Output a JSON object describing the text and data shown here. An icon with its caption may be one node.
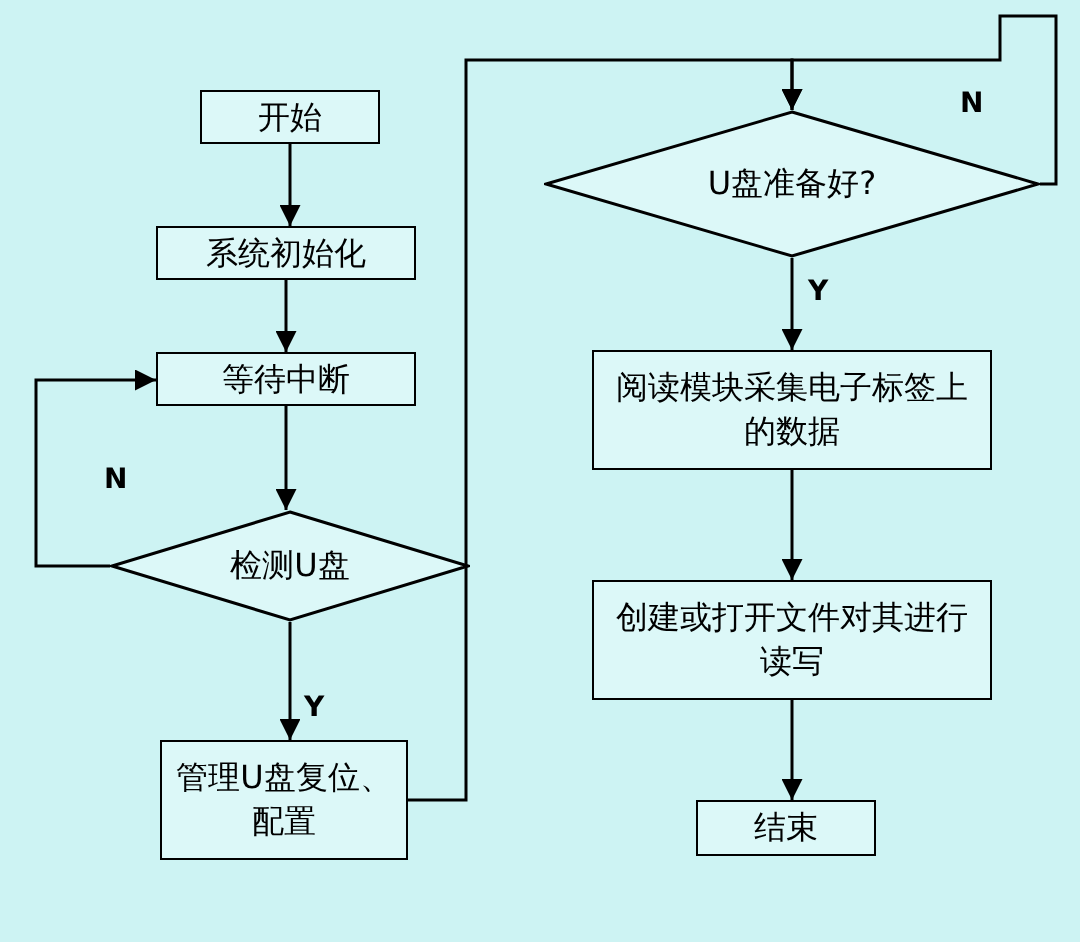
{
  "diagram": {
    "nodes": [
      {
        "text": [
          "开始"
        ]
      },
      {
        "text": [
          "系统初始化"
        ]
      },
      {
        "text": [
          "等待中断"
        ]
      },
      {
        "text": [
          "检测U盘"
        ]
      },
      {
        "text": [
          "管理U盘复位、配置"
        ]
      },
      {
        "text": [
          "U盘准备好?"
        ]
      },
      {
        "text": [
          "阅读模块采集电子标签上的数据"
        ]
      },
      {
        "text": [
          "创建或打开文件对其进行读写"
        ]
      },
      {
        "text": [
          "结束"
        ]
      }
    ],
    "edges": [
      {
        "from": 0,
        "to": 1,
        "arrow": "to"
      },
      {
        "from": 1,
        "to": 2,
        "arrow": "to"
      },
      {
        "from": 2,
        "to": 3,
        "arrow": "to"
      },
      {
        "from": 3,
        "to": 4,
        "arrow": "to",
        "label": "Y"
      },
      {
        "from": 3,
        "to": 2,
        "arrow": "to",
        "label": "N"
      },
      {
        "from": 4,
        "to": 5,
        "arrow": "to"
      },
      {
        "from": 5,
        "to": 5,
        "arrow": "to",
        "label": "N"
      },
      {
        "from": 5,
        "to": 6,
        "arrow": "to",
        "label": "Y"
      },
      {
        "from": 6,
        "to": 7,
        "arrow": "to"
      },
      {
        "from": 7,
        "to": 8,
        "arrow": "to"
      }
    ]
  }
}
